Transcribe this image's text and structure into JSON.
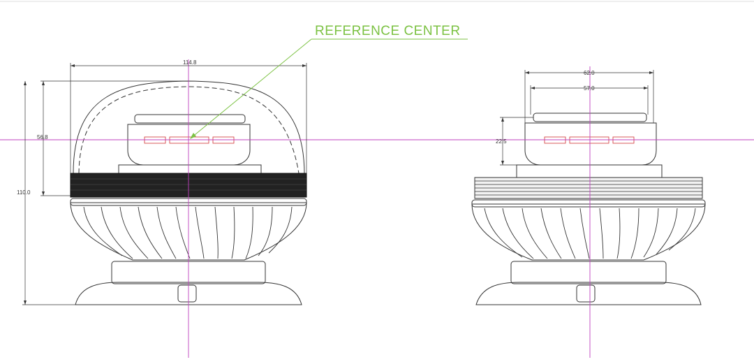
{
  "annotation": {
    "label": "REFERENCE CENTER",
    "color": "#7cc243"
  },
  "colors": {
    "axis": "#c040c0",
    "outline": "#333333",
    "led": "#d03030",
    "band": "#222222"
  },
  "left_view": {
    "dim_width": "114.8",
    "dim_center_height": "56.8",
    "dim_total_height": "110.0"
  },
  "right_view": {
    "dim_outer_width": "62.0",
    "dim_inner_width": "57.0",
    "dim_dome_height": "22.5"
  }
}
